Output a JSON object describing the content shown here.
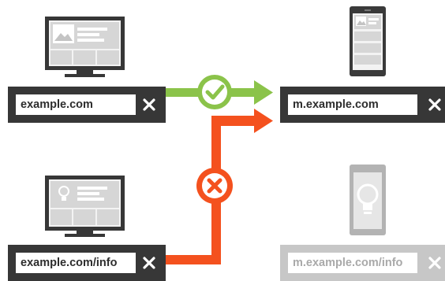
{
  "desktop_urls": {
    "top": "example.com",
    "bottom": "example.com/info"
  },
  "mobile_urls": {
    "top": "m.example.com",
    "bottom": "m.example.com/info"
  },
  "icons": {
    "desktop_monitor": "monitor-icon",
    "phone": "phone-icon",
    "lightbulb": "lightbulb-icon",
    "close": "close-icon",
    "check": "checkmark-icon",
    "cross": "cross-icon"
  },
  "colors": {
    "dark_bar": "#373737",
    "ghost_bar": "#c7c7c7",
    "success_arrow": "#8bc34a",
    "error_arrow": "#f4511e",
    "device_dark": "#3a3a3a",
    "device_light": "#b3b3b3"
  }
}
